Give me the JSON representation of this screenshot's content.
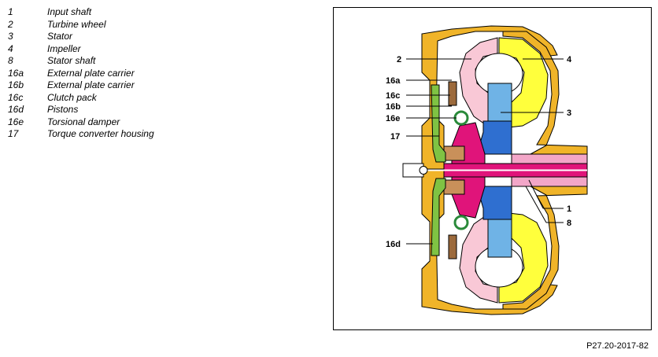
{
  "legend": [
    {
      "num": "1",
      "text": "Input shaft"
    },
    {
      "num": "2",
      "text": "Turbine wheel"
    },
    {
      "num": "3",
      "text": "Stator"
    },
    {
      "num": "4",
      "text": "Impeller"
    },
    {
      "num": "8",
      "text": "Stator shaft"
    },
    {
      "num": "16a",
      "text": "External plate carrier"
    },
    {
      "num": "16b",
      "text": "External plate carrier"
    },
    {
      "num": "16c",
      "text": "Clutch pack"
    },
    {
      "num": "16d",
      "text": "Pistons"
    },
    {
      "num": "16e",
      "text": "Torsional damper"
    },
    {
      "num": "17",
      "text": "Torque converter housing"
    }
  ],
  "figure": {
    "labels": {
      "l2": "2",
      "l4": "4",
      "l16a": "16a",
      "l16c": "16c",
      "l16b": "16b",
      "l3": "3",
      "l16e": "16e",
      "l17": "17",
      "l1": "1",
      "l8": "8",
      "l16d": "16d"
    },
    "colors": {
      "housing": "#f0b429",
      "impeller": "#ffff3c",
      "turbine": "#f9c8d6",
      "stator": "#2f6fd0",
      "stator_light": "#6fb3e6",
      "shaft": "#e0147a",
      "clutch": "#9c6a3c",
      "green": "#7fc343"
    }
  },
  "reference": "P27.20-2017-82"
}
